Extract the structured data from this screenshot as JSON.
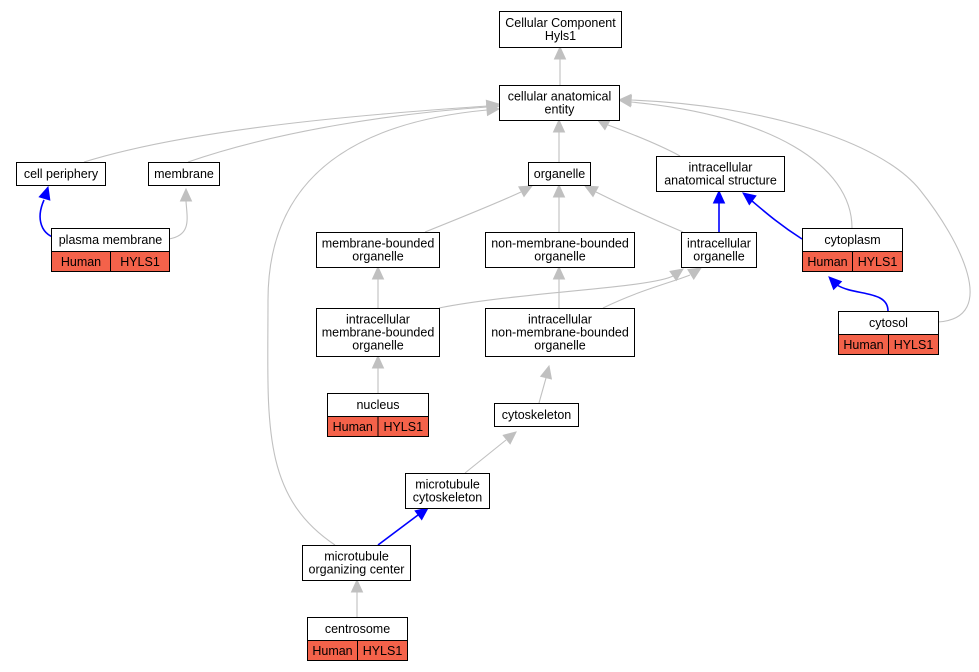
{
  "colors": {
    "edge_is_a": "#c0c0c0",
    "edge_part_of": "#0000ff",
    "annotation_fill": "#f4624a",
    "node_fill": "#ffffff",
    "node_border": "#000000"
  },
  "nodes": {
    "root": {
      "lines": [
        "Cellular Component",
        "Hyls1"
      ]
    },
    "cae": {
      "lines": [
        "cellular anatomical",
        "entity"
      ]
    },
    "cell_periphery": {
      "lines": [
        "cell periphery"
      ]
    },
    "membrane": {
      "lines": [
        "membrane"
      ]
    },
    "organelle": {
      "lines": [
        "organelle"
      ]
    },
    "intracellular_anatomical_structure": {
      "lines": [
        "intracellular",
        "anatomical structure"
      ]
    },
    "plasma_membrane": {
      "lines": [
        "plasma membrane"
      ],
      "annotation": [
        "Human",
        "HYLS1"
      ]
    },
    "membrane_bounded_organelle": {
      "lines": [
        "membrane-bounded",
        "organelle"
      ]
    },
    "non_membrane_bounded_organelle": {
      "lines": [
        "non-membrane-bounded",
        "organelle"
      ]
    },
    "intracellular_organelle": {
      "lines": [
        "intracellular",
        "organelle"
      ]
    },
    "cytoplasm": {
      "lines": [
        "cytoplasm"
      ],
      "annotation": [
        "Human",
        "HYLS1"
      ]
    },
    "intracellular_membrane_bounded_organelle": {
      "lines": [
        "intracellular",
        "membrane-bounded",
        "organelle"
      ]
    },
    "intracellular_non_membrane_bounded_organelle": {
      "lines": [
        "intracellular",
        "non-membrane-bounded",
        "organelle"
      ]
    },
    "cytosol": {
      "lines": [
        "cytosol"
      ],
      "annotation": [
        "Human",
        "HYLS1"
      ]
    },
    "nucleus": {
      "lines": [
        "nucleus"
      ],
      "annotation": [
        "Human",
        "HYLS1"
      ]
    },
    "cytoskeleton": {
      "lines": [
        "cytoskeleton"
      ]
    },
    "microtubule_cytoskeleton": {
      "lines": [
        "microtubule",
        "cytoskeleton"
      ]
    },
    "microtubule_organizing_center": {
      "lines": [
        "microtubule",
        "organizing center"
      ]
    },
    "centrosome": {
      "lines": [
        "centrosome"
      ],
      "annotation": [
        "Human",
        "HYLS1"
      ]
    }
  },
  "edges": [
    {
      "from": "cae",
      "to": "root",
      "type": "is_a"
    },
    {
      "from": "cell_periphery",
      "to": "cae",
      "type": "is_a"
    },
    {
      "from": "membrane",
      "to": "cae",
      "type": "is_a"
    },
    {
      "from": "organelle",
      "to": "cae",
      "type": "is_a"
    },
    {
      "from": "intracellular_anatomical_structure",
      "to": "cae",
      "type": "is_a"
    },
    {
      "from": "cytoplasm",
      "to": "cae",
      "type": "is_a"
    },
    {
      "from": "cytosol",
      "to": "cae",
      "type": "is_a"
    },
    {
      "from": "microtubule_organizing_center",
      "to": "cae",
      "type": "is_a"
    },
    {
      "from": "plasma_membrane",
      "to": "cell_periphery",
      "type": "part_of"
    },
    {
      "from": "plasma_membrane",
      "to": "membrane",
      "type": "is_a"
    },
    {
      "from": "membrane_bounded_organelle",
      "to": "organelle",
      "type": "is_a"
    },
    {
      "from": "non_membrane_bounded_organelle",
      "to": "organelle",
      "type": "is_a"
    },
    {
      "from": "intracellular_organelle",
      "to": "organelle",
      "type": "is_a"
    },
    {
      "from": "intracellular_organelle",
      "to": "intracellular_anatomical_structure",
      "type": "part_of"
    },
    {
      "from": "cytoplasm",
      "to": "intracellular_anatomical_structure",
      "type": "part_of"
    },
    {
      "from": "intracellular_membrane_bounded_organelle",
      "to": "membrane_bounded_organelle",
      "type": "is_a"
    },
    {
      "from": "intracellular_membrane_bounded_organelle",
      "to": "intracellular_organelle",
      "type": "is_a"
    },
    {
      "from": "intracellular_non_membrane_bounded_organelle",
      "to": "non_membrane_bounded_organelle",
      "type": "is_a"
    },
    {
      "from": "intracellular_non_membrane_bounded_organelle",
      "to": "intracellular_organelle",
      "type": "is_a"
    },
    {
      "from": "cytosol",
      "to": "cytoplasm",
      "type": "part_of"
    },
    {
      "from": "nucleus",
      "to": "intracellular_membrane_bounded_organelle",
      "type": "is_a"
    },
    {
      "from": "cytoskeleton",
      "to": "intracellular_non_membrane_bounded_organelle",
      "type": "is_a"
    },
    {
      "from": "microtubule_cytoskeleton",
      "to": "cytoskeleton",
      "type": "is_a"
    },
    {
      "from": "microtubule_organizing_center",
      "to": "microtubule_cytoskeleton",
      "type": "part_of"
    },
    {
      "from": "centrosome",
      "to": "microtubule_organizing_center",
      "type": "is_a"
    }
  ]
}
